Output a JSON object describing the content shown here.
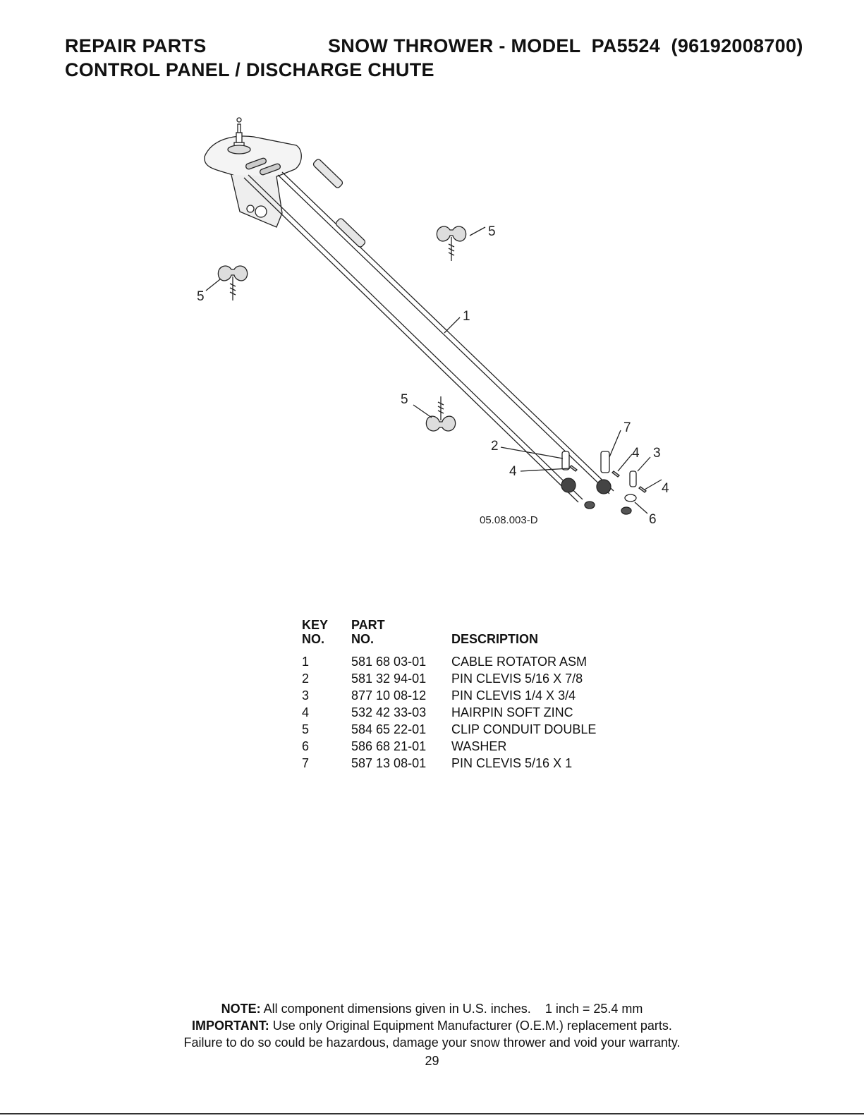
{
  "header": {
    "left": "REPAIR PARTS",
    "right": "SNOW THROWER - MODEL  PA5524  (96192008700)",
    "subtitle": "CONTROL PANEL / DISCHARGE CHUTE"
  },
  "diagram": {
    "ref_code": "05.08.003-D",
    "callouts": [
      "1",
      "2",
      "3",
      "4",
      "5",
      "6",
      "7"
    ]
  },
  "parts_table": {
    "headers": {
      "key_line1": "KEY",
      "key_line2": "NO.",
      "part_line1": "PART",
      "part_line2": "NO.",
      "description": "DESCRIPTION"
    },
    "rows": [
      {
        "key": "1",
        "part": "581 68 03-01",
        "description": "CABLE ROTATOR ASM"
      },
      {
        "key": "2",
        "part": "581 32 94-01",
        "description": "PIN CLEVIS 5/16 X 7/8"
      },
      {
        "key": "3",
        "part": "877 10 08-12",
        "description": "PIN CLEVIS 1/4 X 3/4"
      },
      {
        "key": "4",
        "part": "532 42 33-03",
        "description": "HAIRPIN SOFT ZINC"
      },
      {
        "key": "5",
        "part": "584 65 22-01",
        "description": "CLIP CONDUIT DOUBLE"
      },
      {
        "key": "6",
        "part": "586 68 21-01",
        "description": "WASHER"
      },
      {
        "key": "7",
        "part": "587 13 08-01",
        "description": "PIN CLEVIS 5/16 X 1"
      }
    ]
  },
  "footer": {
    "note_label": "NOTE:",
    "note_text": " All component dimensions given in U.S. inches.    1 inch = 25.4 mm",
    "important_label": "IMPORTANT:",
    "important_text": " Use only Original Equipment Manufacturer (O.E.M.) replacement parts.",
    "warning": "Failure to do so could be hazardous, damage your snow thrower and void your warranty.",
    "page_number": "29"
  }
}
